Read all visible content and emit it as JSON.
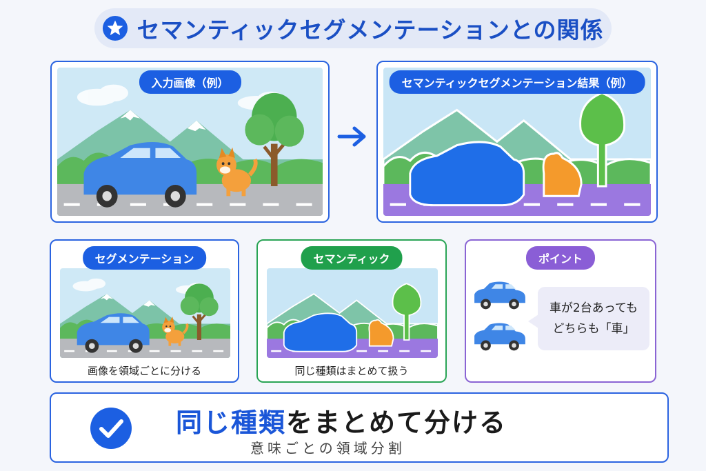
{
  "title": {
    "text": "セマンティックセグメンテーションとの関係",
    "icon": "star-icon"
  },
  "top_left": {
    "label": "入力画像（例）"
  },
  "top_right": {
    "label": "セマンティックセグメンテーション結果（例）"
  },
  "arrow": {
    "icon": "right-arrow-icon"
  },
  "segmentation": {
    "label": "セグメンテーション",
    "caption": "画像を領域ごとに分ける"
  },
  "semantic": {
    "label": "セマンティック",
    "caption": "同じ種類はまとめて扱う"
  },
  "point": {
    "label": "ポイント",
    "bubble_line1": "車が2台あっても",
    "bubble_line2": "どちらも「車」"
  },
  "summary": {
    "highlight1": "同じ",
    "highlight2": "種類",
    "rest": "をまとめて分ける",
    "sub": "意味ごとの領域分割",
    "icon": "check-circle-icon"
  },
  "colors": {
    "blue": "#1c5fe2",
    "green": "#20a04c",
    "purple": "#8a5ed6",
    "car_class": "#1f6ee8",
    "road_class": "#9b78e0",
    "dog_class": "#f49a2c"
  }
}
